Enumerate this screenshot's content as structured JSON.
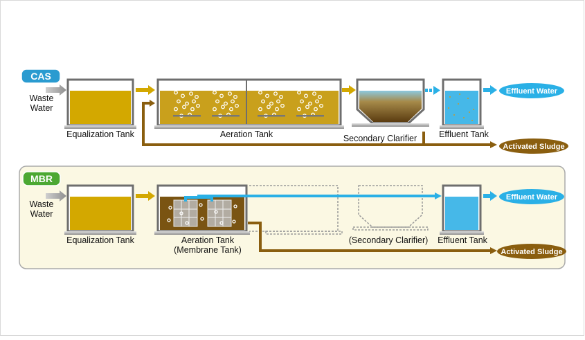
{
  "colors": {
    "wastewater": "#d3a800",
    "sludge": "#8a5e0f",
    "water": "#2ab0e6",
    "badge": "#2a9bd0",
    "mbr_badge": "#4ca832",
    "mbr_panel": "#fbf8e3",
    "aeration_fill": "#c9a01c",
    "membrane_tank_fill": "#7a5412"
  },
  "cas": {
    "badge": "CAS",
    "waste_water_line1": "Waste",
    "waste_water_line2": "Water",
    "equalization_tank": "Equalization Tank",
    "aeration_tank": "Aeration Tank",
    "secondary_clarifier": "Secondary Clarifier",
    "effluent_tank": "Effluent Tank",
    "effluent_water": "Effluent Water",
    "activated_sludge": "Activated Sludge"
  },
  "mbr": {
    "badge": "MBR",
    "waste_water_line1": "Waste",
    "waste_water_line2": "Water",
    "equalization_tank": "Equalization Tank",
    "aeration_tank_line1": "Aeration Tank",
    "aeration_tank_line2": "(Membrane Tank)",
    "secondary_clarifier": "(Secondary Clarifier)",
    "effluent_tank": "Effluent Tank",
    "effluent_water": "Effluent Water",
    "activated_sludge": "Activated Sludge"
  }
}
